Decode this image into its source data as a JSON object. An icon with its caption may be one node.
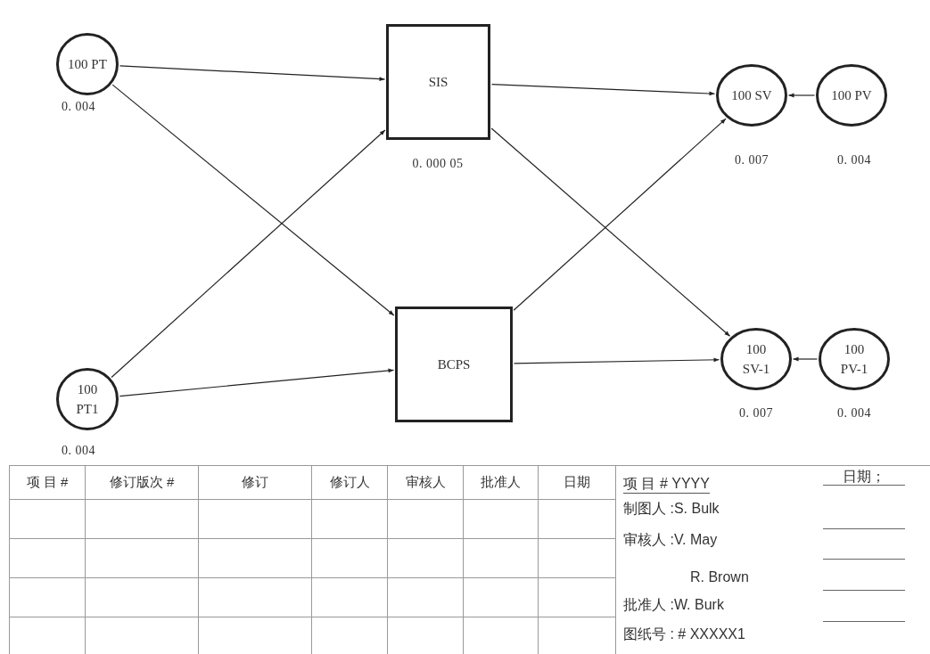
{
  "diagram": {
    "nodes": [
      {
        "text": [
          "100 PT"
        ],
        "beside": [
          "0. 004"
        ]
      },
      {
        "text": [
          "SIS"
        ],
        "beside": [
          "0. 000 05"
        ]
      },
      {
        "text": [
          "100 SV"
        ],
        "beside": [
          "0. 007"
        ]
      },
      {
        "text": [
          "100 PV"
        ],
        "beside": [
          "0. 004"
        ]
      },
      {
        "text": [
          "100 PT1"
        ],
        "beside": [
          "0. 004"
        ]
      },
      {
        "text": [
          "BCPS"
        ]
      },
      {
        "text": [
          "100 SV-1"
        ],
        "beside": [
          "0. 007"
        ]
      },
      {
        "text": [
          "100 PV-1"
        ],
        "beside": [
          "0. 004"
        ]
      }
    ],
    "edges": [
      {
        "from": 0,
        "to": 1,
        "arrow": "to"
      },
      {
        "from": 0,
        "to": 5,
        "arrow": "to"
      },
      {
        "from": 4,
        "to": 1,
        "arrow": "to"
      },
      {
        "from": 4,
        "to": 5,
        "arrow": "to"
      },
      {
        "from": 1,
        "to": 2,
        "arrow": "to"
      },
      {
        "from": 1,
        "to": 6,
        "arrow": "to"
      },
      {
        "from": 5,
        "to": 2,
        "arrow": "to"
      },
      {
        "from": 5,
        "to": 6,
        "arrow": "to"
      },
      {
        "from": 3,
        "to": 2,
        "arrow": "to"
      },
      {
        "from": 7,
        "to": 6,
        "arrow": "to"
      }
    ],
    "labels": [
      "项 目 #",
      "修订版次 #",
      "修订",
      "修订人",
      "审核人",
      "批准人",
      "日期",
      "项 目 # YYYY",
      "日期；",
      "制图人 :S. Bulk",
      "审核人 :V. May",
      "R. Brown",
      "批准人 :W. Burk",
      "图纸号 : # XXXXX1"
    ]
  }
}
